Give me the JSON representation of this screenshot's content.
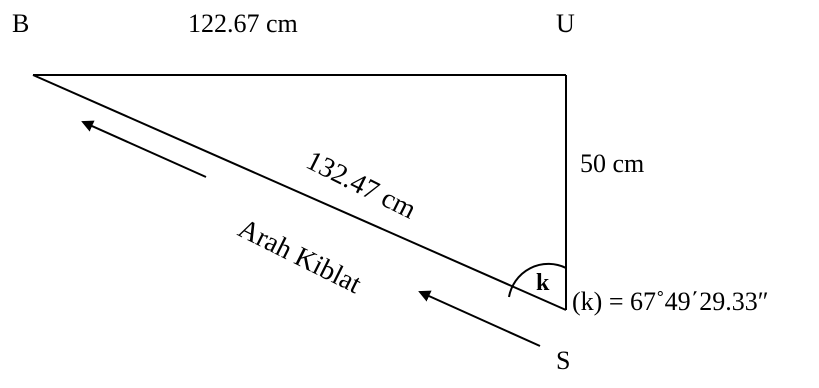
{
  "points": {
    "west": "B",
    "north": "U",
    "south": "S"
  },
  "lengths": {
    "top_side": "122.67  cm",
    "right_side": "50 cm",
    "hypotenuse": "132.47 cm"
  },
  "direction_label": "Arah Kiblat",
  "angle": {
    "symbol": "k",
    "value_text": "(k) = 67˚49΄29.33″"
  }
}
